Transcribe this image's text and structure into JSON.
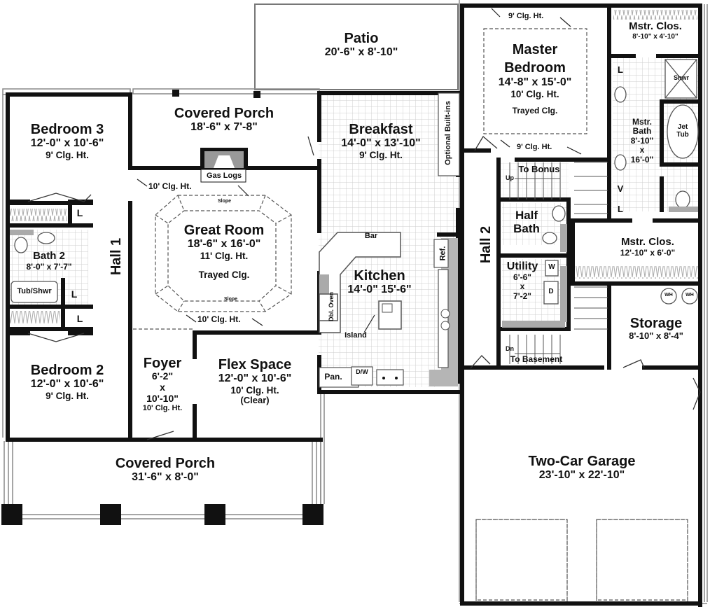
{
  "plan": {
    "colors": {
      "wall": "#111111",
      "tile": "#cfcfcf",
      "counter": "#b5b5b5",
      "background": "#ffffff"
    }
  },
  "rooms": {
    "patio": {
      "name": "Patio",
      "dim": "20'-6\" x 8'-10\""
    },
    "covered_porch_rear": {
      "name": "Covered Porch",
      "dim": "18'-6\" x 7'-8\""
    },
    "gas_logs": {
      "label": "Gas Logs"
    },
    "bedroom3": {
      "name": "Bedroom 3",
      "dim": "12'-0\" x 10'-6\"",
      "clg": "9' Clg. Ht."
    },
    "bath2": {
      "name": "Bath 2",
      "dim": "8'-0\" x 7'-7\"",
      "tub": "Tub/Shwr"
    },
    "hall1": {
      "name": "Hall 1"
    },
    "great_room": {
      "name": "Great Room",
      "dim": "18'-6\" x 16'-0\"",
      "clg": "11' Clg. Ht.",
      "tray": "Trayed Clg.",
      "clg_top": "10' Clg. Ht.",
      "clg_bottom": "10' Clg. Ht.",
      "slope": "Slope"
    },
    "breakfast": {
      "name": "Breakfast",
      "dim": "14'-0\" x 13'-10\"",
      "clg": "9' Clg. Ht.",
      "builtins": "Optional Built-ins"
    },
    "kitchen": {
      "name": "Kitchen",
      "dim": "14'-0\" 15'-6\"",
      "bar": "Bar",
      "ref": "Ref.",
      "oven": "Dbl. Oven",
      "island": "Island",
      "pantry": "Pan.",
      "dw": "D/W"
    },
    "master_bedroom": {
      "name_line1": "Master",
      "name_line2": "Bedroom",
      "dim": "14'-8\" x 15'-0\"",
      "clg": "10' Clg. Ht.",
      "tray": "Trayed Clg.",
      "clg_top": "9' Clg. Ht.",
      "clg_bottom": "9' Clg. Ht."
    },
    "master_closet_top": {
      "name": "Mstr. Clos.",
      "dim": "8'-10\" x 4'-10\""
    },
    "master_bath": {
      "name_line1": "Mstr.",
      "name_line2": "Bath",
      "dim_line1": "8'-10\"",
      "dim_x": "x",
      "dim_line2": "16'-0\"",
      "shower": "Shwr",
      "tub_line1": "Jet",
      "tub_line2": "Tub",
      "linen": "L",
      "vanity": "V"
    },
    "hall2": {
      "name": "Hall 2"
    },
    "stairs_bonus": {
      "label": "To Bonus",
      "dir": "Up"
    },
    "half_bath": {
      "name_line1": "Half",
      "name_line2": "Bath"
    },
    "utility": {
      "name": "Utility",
      "dim_line1": "6'-6\"",
      "dim_x": "x",
      "dim_line2": "7'-2\"",
      "washer": "W",
      "dryer": "D"
    },
    "master_closet_bottom": {
      "name": "Mstr. Clos.",
      "dim": "12'-10\" x 6'-0\""
    },
    "storage": {
      "name": "Storage",
      "dim": "8'-10\" x 8'-4\"",
      "wh": "WH"
    },
    "stairs_basement": {
      "label": "To Basement",
      "dir": "Dn"
    },
    "bedroom2": {
      "name": "Bedroom 2",
      "dim": "12'-0\" x 10'-6\"",
      "clg": "9' Clg. Ht."
    },
    "foyer": {
      "name": "Foyer",
      "dim_line1": "6'-2\"",
      "dim_x": "x",
      "dim_line2": "10'-10\"",
      "clg": "10' Clg. Ht."
    },
    "flex_space": {
      "name": "Flex Space",
      "dim": "12'-0\" x 10'-6\"",
      "clg": "10' Clg. Ht.",
      "note": "(Clear)"
    },
    "covered_porch_front": {
      "name": "Covered Porch",
      "dim": "31'-6\" x 8'-0\""
    },
    "garage": {
      "name": "Two-Car Garage",
      "dim": "23'-10\" x 22'-10\""
    },
    "linen": {
      "label": "L"
    }
  }
}
